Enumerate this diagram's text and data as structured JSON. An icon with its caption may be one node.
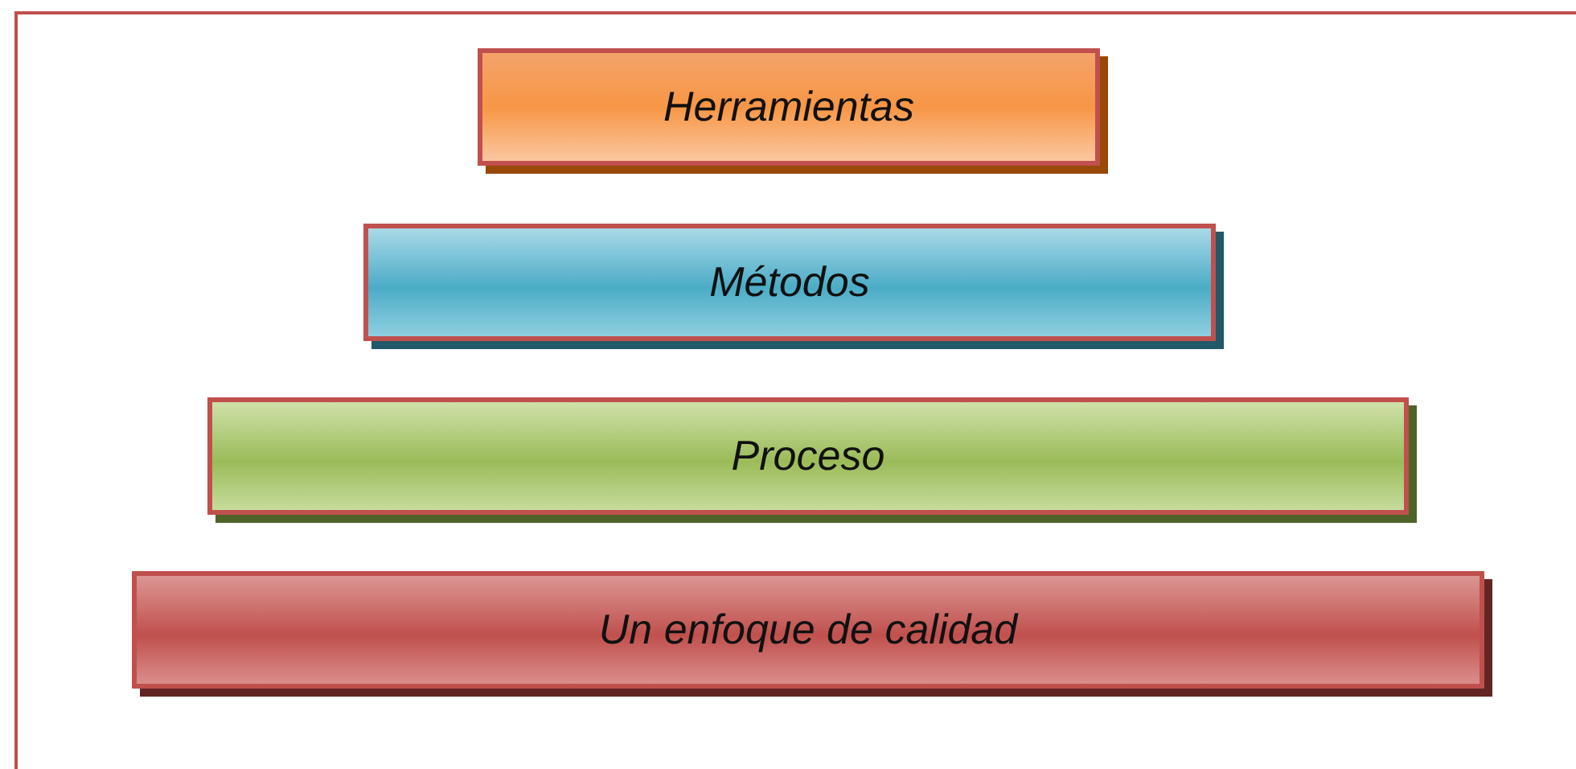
{
  "diagram": {
    "nodes": [
      {
        "text": [
          "Herramientas"
        ]
      },
      {
        "text": [
          "Métodos"
        ]
      },
      {
        "text": [
          "Proceso"
        ]
      },
      {
        "text": [
          "Un enfoque de calidad"
        ]
      }
    ]
  }
}
